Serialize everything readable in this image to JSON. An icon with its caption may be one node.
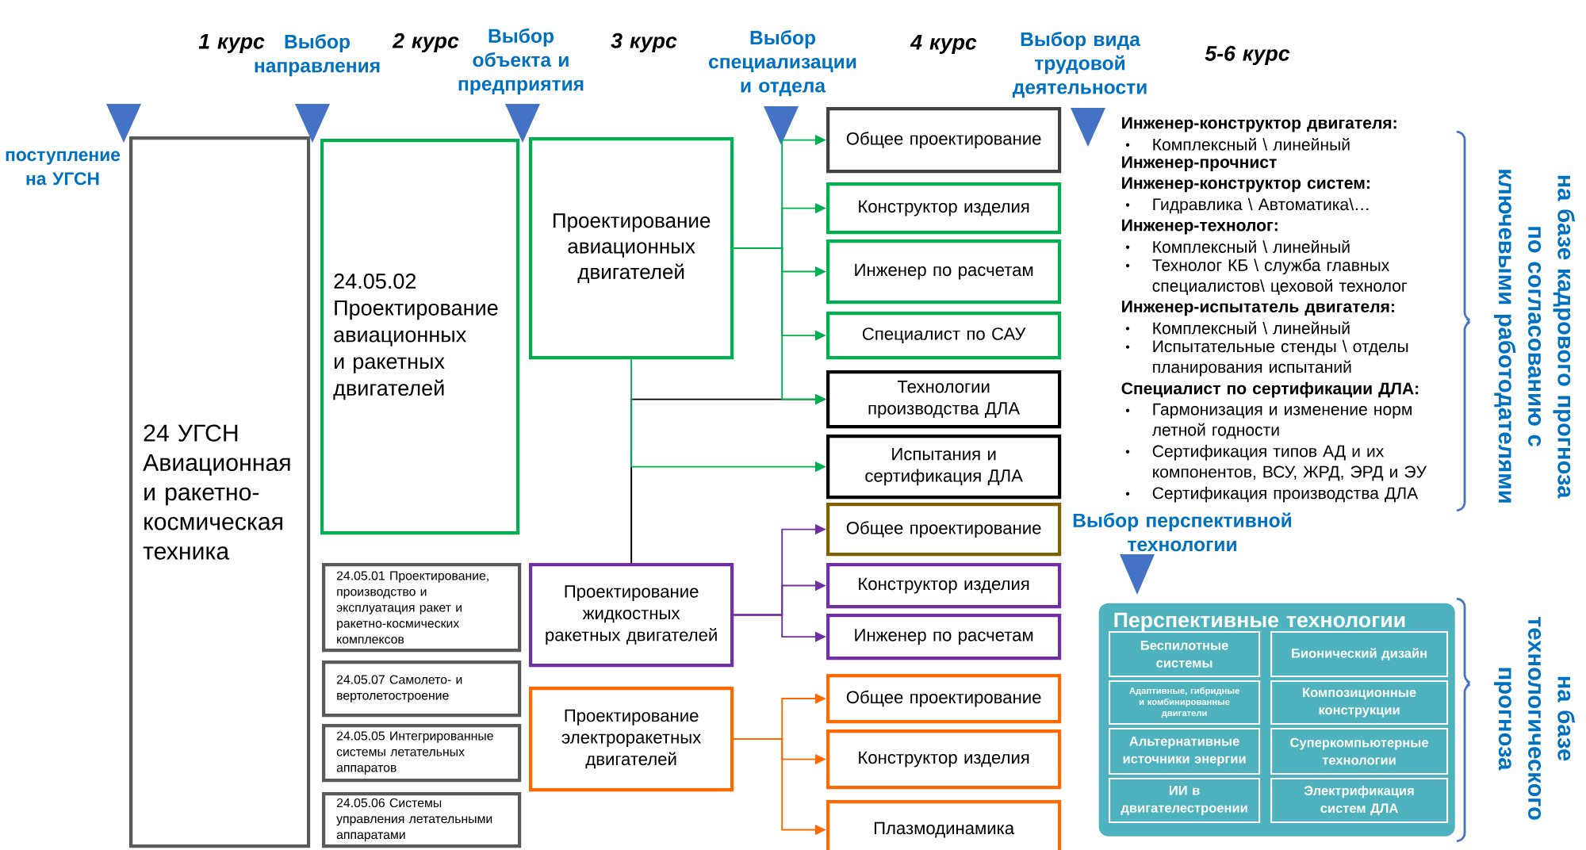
{
  "diagram": {
    "nodes": [
      {
        "text": [
          "24 УГСН Авиационная и ракетно-космическая техника"
        ]
      },
      {
        "text": [
          "24.05.02 Проектирование авиационных и ракетных двигателей"
        ]
      },
      {
        "text": [
          "24.05.01 Проектирование, производство и эксплуатация ракет и ракетно-космических комплексов"
        ]
      },
      {
        "text": [
          "24.05.07 Самолето- и вертолетостроение"
        ]
      },
      {
        "text": [
          "24.05.05 Интегрированные системы летательных аппаратов"
        ]
      },
      {
        "text": [
          "24.05.06 Системы управления летательными аппаратами"
        ]
      },
      {
        "text": [
          "Проектирование авиационных двигателей"
        ]
      },
      {
        "text": [
          "Проектирование жидкостных ракетных двигателей"
        ]
      },
      {
        "text": [
          "Проектирование электроракетных двигателей"
        ]
      },
      {
        "text": [
          "Общее проектирование"
        ]
      },
      {
        "text": [
          "Конструктор изделия"
        ]
      },
      {
        "text": [
          "Инженер по расчетам"
        ]
      },
      {
        "text": [
          "Специалист по САУ"
        ]
      },
      {
        "text": [
          "Технологии производства ДЛА"
        ]
      },
      {
        "text": [
          "Испытания и сертификация ДЛА"
        ]
      },
      {
        "text": [
          "Общее проектирование"
        ]
      },
      {
        "text": [
          "Конструктор изделия"
        ]
      },
      {
        "text": [
          "Инженер по расчетам"
        ]
      },
      {
        "text": [
          "Общее проектирование"
        ]
      },
      {
        "text": [
          "Конструктор изделия"
        ]
      },
      {
        "text": [
          "Плазмодинамика"
        ]
      },
      {
        "text": [
          "Перспективные технологии"
        ]
      },
      {
        "text": [
          "Беспилотные системы"
        ],
        "in": 21
      },
      {
        "text": [
          "Бионический дизайн"
        ],
        "in": 21
      },
      {
        "text": [
          "Адаптивные, гибридные и комбинированные двигатели"
        ],
        "in": 21
      },
      {
        "text": [
          "Композиционные конструкции"
        ],
        "in": 21
      },
      {
        "text": [
          "Альтернативные источники энергии"
        ],
        "in": 21
      },
      {
        "text": [
          "Суперкомпьютерные технологии"
        ],
        "in": 21
      },
      {
        "text": [
          "ИИ в двигателестроении"
        ],
        "in": 21
      },
      {
        "text": [
          "Электрификация систем ДЛА"
        ],
        "in": 21
      }
    ],
    "edges": [
      {
        "from": 7,
        "to": 13,
        "arrow": "to",
        "color": "#000000"
      },
      {
        "from": 6,
        "to": 9,
        "arrow": "to",
        "color": "#00b050"
      },
      {
        "from": 6,
        "to": 10,
        "arrow": "to",
        "color": "#00b050"
      },
      {
        "from": 6,
        "to": 11,
        "arrow": "to",
        "color": "#00b050"
      },
      {
        "from": 6,
        "to": 12,
        "arrow": "to",
        "color": "#00b050"
      },
      {
        "from": 6,
        "to": 13,
        "arrow": "to",
        "color": "#00b050"
      },
      {
        "from": 6,
        "to": 14,
        "arrow": "to",
        "color": "#00b050"
      },
      {
        "from": 7,
        "to": 15,
        "arrow": "to",
        "color": "#7030a0"
      },
      {
        "from": 7,
        "to": 16,
        "arrow": "to",
        "color": "#7030a0"
      },
      {
        "from": 7,
        "to": 17,
        "arrow": "to",
        "color": "#7030a0"
      },
      {
        "from": 8,
        "to": 18,
        "arrow": "to",
        "color": "#ff6a00"
      },
      {
        "from": 8,
        "to": 19,
        "arrow": "to",
        "color": "#ff6a00"
      },
      {
        "from": 8,
        "to": 20,
        "arrow": "to",
        "color": "#ff6a00"
      }
    ],
    "labels": [
      "1 курс",
      "Выбор направления",
      "2 курс",
      "Выбор объекта и предприятия",
      "3 курс",
      "Выбор специализации и отдела",
      "4 курс",
      "Выбор вида трудовой деятельности",
      "5-6 курс",
      "поступление на УГСН",
      "Инженер-конструктор двигателя:",
      "Комплексный \\ линейный",
      "Инженер-прочнист",
      "Инженер-конструктор систем:",
      "Гидравлика \\ Автоматика\\…",
      "Инженер-технолог:",
      "Комплексный \\ линейный",
      "Технолог КБ \\ служба главных специалистов\\ цеховой технолог",
      "Инженер-испытатель двигателя:",
      "Комплексный \\ линейный",
      "Испытательные стенды \\ отделы планирования испытаний",
      "Специалист по сертификации ДЛА:",
      "Гармонизация и изменение норм летной годности",
      "Сертификация типов АД и их компонентов, ВСУ, ЖРД, ЭРД и ЭУ",
      "Сертификация производства ДЛА",
      "на базе кадрового прогноза по согласованию с ключевыми работодателями",
      "Выбор перспективной технологии",
      "на базе технологического прогноза"
    ]
  }
}
